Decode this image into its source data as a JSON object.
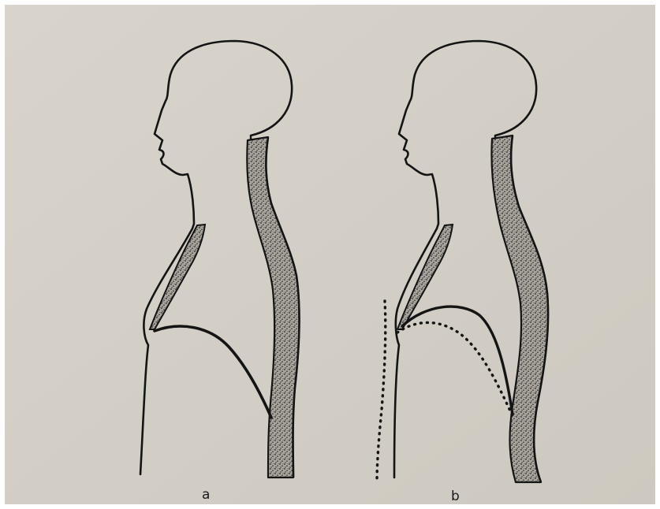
{
  "figures": [
    {
      "id": "a",
      "label": "a"
    },
    {
      "id": "b",
      "label": "b"
    }
  ],
  "colors": {
    "paper": "#d4d0c8",
    "paper_edge": "#c4c0b7",
    "ink": "#141414",
    "stipple_base": "#a9a59c",
    "stipple_dot": "#2a2a2a"
  }
}
